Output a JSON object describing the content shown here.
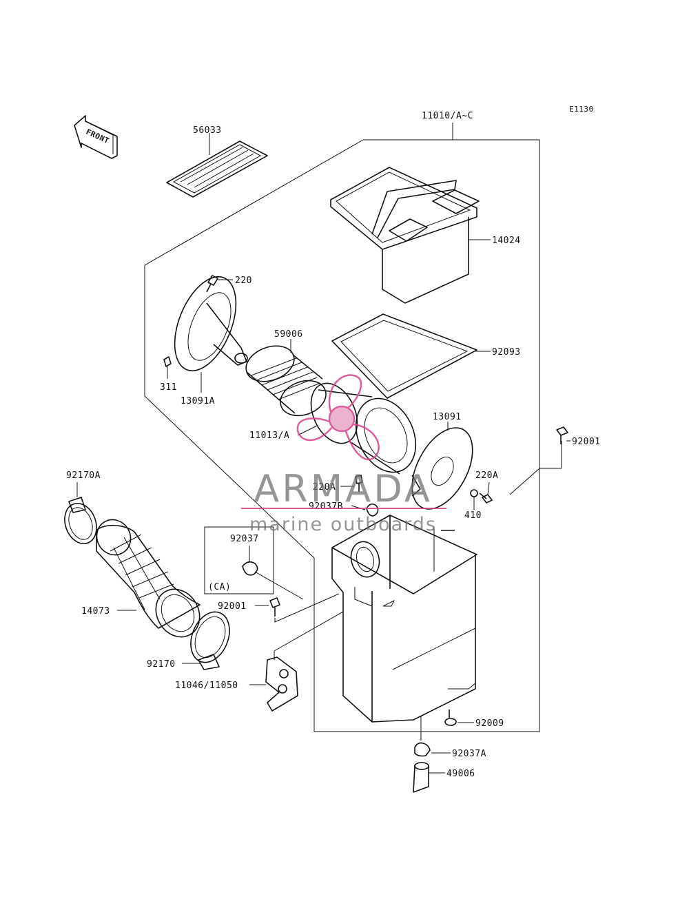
{
  "diagram": {
    "code": "E1130",
    "front_label": "FRONT",
    "assembly_label": "11010/A~C",
    "ca_label": "(CA)",
    "parts": [
      {
        "id": "56033",
        "label": "56033"
      },
      {
        "id": "14024",
        "label": "14024"
      },
      {
        "id": "220",
        "label": "220"
      },
      {
        "id": "59006",
        "label": "59006"
      },
      {
        "id": "92093",
        "label": "92093"
      },
      {
        "id": "311",
        "label": "311"
      },
      {
        "id": "13091A",
        "label": "13091A"
      },
      {
        "id": "11013A",
        "label": "11013/A"
      },
      {
        "id": "13091",
        "label": "13091"
      },
      {
        "id": "92001-right",
        "label": "92001"
      },
      {
        "id": "92170A",
        "label": "92170A"
      },
      {
        "id": "220A-right",
        "label": "220A"
      },
      {
        "id": "220A-center",
        "label": "220A"
      },
      {
        "id": "92037B",
        "label": "92037B"
      },
      {
        "id": "410",
        "label": "410"
      },
      {
        "id": "92037",
        "label": "92037"
      },
      {
        "id": "14073",
        "label": "14073"
      },
      {
        "id": "92001-left",
        "label": "92001"
      },
      {
        "id": "92170",
        "label": "92170"
      },
      {
        "id": "11046-11050",
        "label": "11046/11050"
      },
      {
        "id": "92009",
        "label": "92009"
      },
      {
        "id": "92037A",
        "label": "92037A"
      },
      {
        "id": "49006",
        "label": "49006"
      }
    ]
  },
  "watermark": {
    "brand": "ARMADA",
    "tagline": "marine outboards",
    "accent_color": "#d9418c"
  }
}
